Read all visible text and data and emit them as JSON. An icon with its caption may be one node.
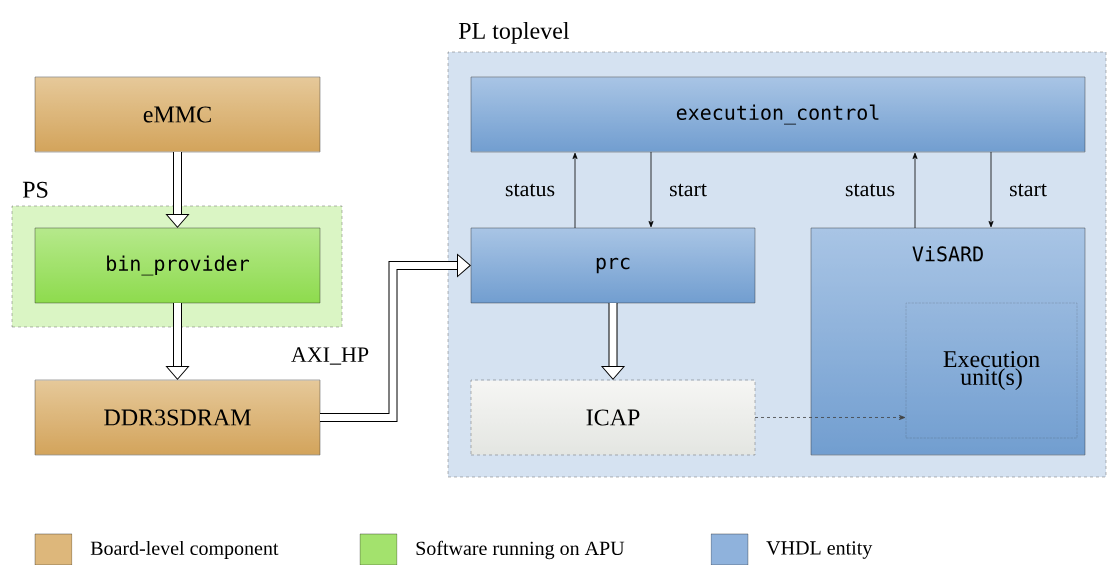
{
  "diagram": {
    "nodes": [
      {
        "text": [
          "eMMC"
        ]
      },
      {
        "text": [
          "PS"
        ]
      },
      {
        "text": [
          "bin_provider"
        ],
        "in": 1
      },
      {
        "text": [
          "DDR3SDRAM"
        ]
      },
      {
        "text": [
          "PL toplevel"
        ]
      },
      {
        "text": [
          "execution_control"
        ],
        "in": 4
      },
      {
        "text": [
          "prc"
        ],
        "in": 4
      },
      {
        "text": [
          "ViSARD"
        ],
        "in": 4
      },
      {
        "text": [
          "Execution unit(s)"
        ],
        "in": 7
      },
      {
        "text": [
          "ICAP"
        ],
        "in": 4
      }
    ],
    "edges": [
      {
        "from": 0,
        "to": 2,
        "arrow": "to",
        "style": "thick"
      },
      {
        "from": 2,
        "to": 3,
        "arrow": "to",
        "style": "thick"
      },
      {
        "from": 3,
        "to": 6,
        "arrow": "to",
        "style": "thick",
        "label": "AXI_HP"
      },
      {
        "from": 6,
        "to": 5,
        "arrow": "to",
        "label": "status"
      },
      {
        "from": 5,
        "to": 6,
        "arrow": "to",
        "label": "start"
      },
      {
        "from": 7,
        "to": 5,
        "arrow": "to",
        "label": "status"
      },
      {
        "from": 5,
        "to": 7,
        "arrow": "to",
        "label": "start"
      },
      {
        "from": 6,
        "to": 9,
        "arrow": "to",
        "style": "thick"
      },
      {
        "from": 9,
        "to": 8,
        "arrow": "to",
        "style": "dashed"
      }
    ],
    "legend": [
      {
        "text": "Board-level component",
        "color": "#ddb77b"
      },
      {
        "text": "Software running on APU",
        "color": "#a3e26d"
      },
      {
        "text": "VHDL entity",
        "color": "#8fb2dc"
      }
    ]
  }
}
